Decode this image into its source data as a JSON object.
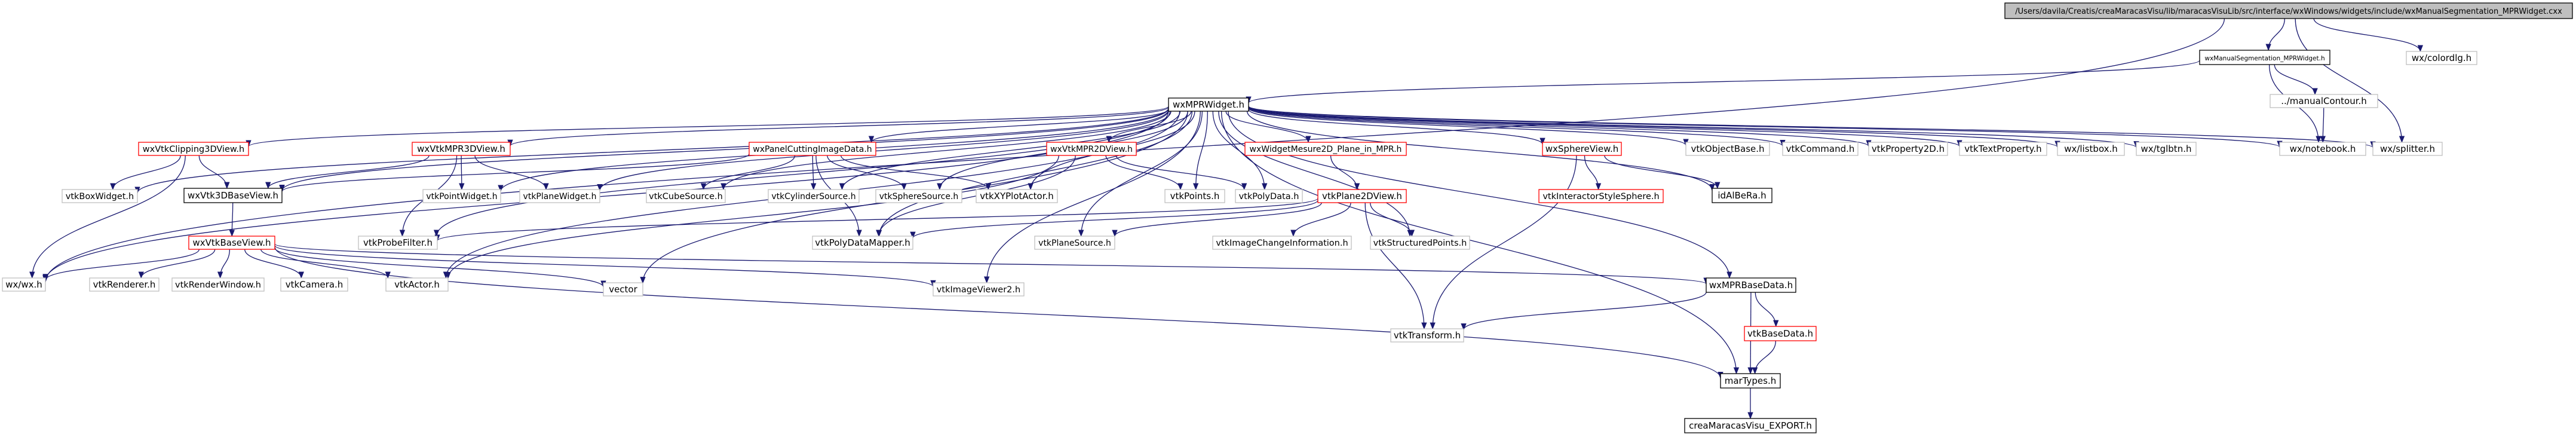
{
  "diagram": {
    "colors": {
      "edge": "#191970",
      "root_fill": "#bfbfbf",
      "plain_border": "#bfbfbf",
      "boxed_border": "#000000",
      "red_border": "#ff0000"
    },
    "nodes": [
      {
        "id": "root",
        "label": "/Users/davila/Creatis/creaMaracasVisu/lib/maracasVisuLib/src/interface/wxWindows/widgets/include/wxManualSegmentation_MPRWidget.cxx",
        "style": "root"
      },
      {
        "id": "wxManualSeg",
        "label": "wxManualSegmentation_MPRWidget.h",
        "style": "boxed"
      },
      {
        "id": "colordlg",
        "label": "wx/colordlg.h",
        "style": "plain"
      },
      {
        "id": "wxwx",
        "label": "wx/wx.h",
        "style": "plain"
      },
      {
        "id": "manualContour",
        "label": "../manualContour.h",
        "style": "plain"
      },
      {
        "id": "wxnotebook",
        "label": "wx/notebook.h",
        "style": "plain"
      },
      {
        "id": "wxsplitter",
        "label": "wx/splitter.h",
        "style": "plain"
      },
      {
        "id": "wxMPRWidget",
        "label": "wxMPRWidget.h",
        "style": "boxed"
      },
      {
        "id": "wxVtkClipping3DView",
        "label": "wxVtkClipping3DView.h",
        "style": "red"
      },
      {
        "id": "wxVtkMPR3DView",
        "label": "wxVtkMPR3DView.h",
        "style": "red"
      },
      {
        "id": "wxPanelCutting",
        "label": "wxPanelCuttingImageData.h",
        "style": "red"
      },
      {
        "id": "wxVtkMPR2DView",
        "label": "wxVtkMPR2DView.h",
        "style": "red"
      },
      {
        "id": "wxWidgetMesure2D",
        "label": "wxWidgetMesure2D_Plane_in_MPR.h",
        "style": "red"
      },
      {
        "id": "wxSphereView",
        "label": "wxSphereView.h",
        "style": "red"
      },
      {
        "id": "vtkObjectBase",
        "label": "vtkObjectBase.h",
        "style": "plain"
      },
      {
        "id": "vtkCommand",
        "label": "vtkCommand.h",
        "style": "plain"
      },
      {
        "id": "vtkProperty2D",
        "label": "vtkProperty2D.h",
        "style": "plain"
      },
      {
        "id": "vtkTextProperty",
        "label": "vtkTextProperty.h",
        "style": "plain"
      },
      {
        "id": "wxlistbox",
        "label": "wx/listbox.h",
        "style": "plain"
      },
      {
        "id": "wxtglbtn",
        "label": "wx/tglbtn.h",
        "style": "plain"
      },
      {
        "id": "vtkBoxWidget",
        "label": "vtkBoxWidget.h",
        "style": "plain"
      },
      {
        "id": "wxVtk3DBaseView",
        "label": "wxVtk3DBaseView.h",
        "style": "boxed"
      },
      {
        "id": "vtkPointWidget",
        "label": "vtkPointWidget.h",
        "style": "plain"
      },
      {
        "id": "vtkPlaneWidget",
        "label": "vtkPlaneWidget.h",
        "style": "plain"
      },
      {
        "id": "vtkCubeSource",
        "label": "vtkCubeSource.h",
        "style": "plain"
      },
      {
        "id": "vtkCylinderSource",
        "label": "vtkCylinderSource.h",
        "style": "plain"
      },
      {
        "id": "vtkSphereSource",
        "label": "vtkSphereSource.h",
        "style": "plain"
      },
      {
        "id": "vtkXYPlotActor",
        "label": "vtkXYPlotActor.h",
        "style": "plain"
      },
      {
        "id": "vtkPoints",
        "label": "vtkPoints.h",
        "style": "plain"
      },
      {
        "id": "vtkPolyData",
        "label": "vtkPolyData.h",
        "style": "plain"
      },
      {
        "id": "vtkPlane2DView",
        "label": "vtkPlane2DView.h",
        "style": "red"
      },
      {
        "id": "vtkInteractorStyleSphere",
        "label": "vtkInteractorStyleSphere.h",
        "style": "red"
      },
      {
        "id": "idAlBeRa",
        "label": "idAlBeRa.h",
        "style": "boxed"
      },
      {
        "id": "wxVtkBaseView",
        "label": "wxVtkBaseView.h",
        "style": "red"
      },
      {
        "id": "vtkProbeFilter",
        "label": "vtkProbeFilter.h",
        "style": "plain"
      },
      {
        "id": "vtkPolyDataMapper",
        "label": "vtkPolyDataMapper.h",
        "style": "plain"
      },
      {
        "id": "vtkPlaneSource",
        "label": "vtkPlaneSource.h",
        "style": "plain"
      },
      {
        "id": "vtkImageChangeInformation",
        "label": "vtkImageChangeInformation.h",
        "style": "plain"
      },
      {
        "id": "vtkStructuredPoints",
        "label": "vtkStructuredPoints.h",
        "style": "plain"
      },
      {
        "id": "vtkRenderer",
        "label": "vtkRenderer.h",
        "style": "plain"
      },
      {
        "id": "vtkRenderWindow",
        "label": "vtkRenderWindow.h",
        "style": "plain"
      },
      {
        "id": "vtkCamera",
        "label": "vtkCamera.h",
        "style": "plain"
      },
      {
        "id": "vtkActor",
        "label": "vtkActor.h",
        "style": "plain"
      },
      {
        "id": "vector",
        "label": "vector",
        "style": "plain"
      },
      {
        "id": "vtkImageViewer2",
        "label": "vtkImageViewer2.h",
        "style": "plain"
      },
      {
        "id": "wxMPRBaseData",
        "label": "wxMPRBaseData.h",
        "style": "boxed"
      },
      {
        "id": "vtkBaseData",
        "label": "vtkBaseData.h",
        "style": "red"
      },
      {
        "id": "vtkTransform",
        "label": "vtkTransform.h",
        "style": "plain"
      },
      {
        "id": "marTypes",
        "label": "marTypes.h",
        "style": "boxed"
      },
      {
        "id": "creaMaracasVisu_EXPORT",
        "label": "creaMaracasVisu_EXPORT.h",
        "style": "boxed"
      }
    ],
    "edges": [
      [
        "root",
        "wxManualSeg"
      ],
      [
        "root",
        "colordlg"
      ],
      [
        "root",
        "wxwx"
      ],
      [
        "root",
        "wxsplitter"
      ],
      [
        "wxManualSeg",
        "manualContour"
      ],
      [
        "wxManualSeg",
        "wxnotebook"
      ],
      [
        "wxManualSeg",
        "wxMPRWidget"
      ],
      [
        "manualContour",
        "wxnotebook"
      ],
      [
        "wxMPRWidget",
        "wxVtkClipping3DView"
      ],
      [
        "wxMPRWidget",
        "wxVtkMPR3DView"
      ],
      [
        "wxMPRWidget",
        "wxPanelCutting"
      ],
      [
        "wxMPRWidget",
        "wxVtkMPR2DView"
      ],
      [
        "wxMPRWidget",
        "wxWidgetMesure2D"
      ],
      [
        "wxMPRWidget",
        "wxSphereView"
      ],
      [
        "wxMPRWidget",
        "vtkObjectBase"
      ],
      [
        "wxMPRWidget",
        "vtkCommand"
      ],
      [
        "wxMPRWidget",
        "vtkProperty2D"
      ],
      [
        "wxMPRWidget",
        "vtkTextProperty"
      ],
      [
        "wxMPRWidget",
        "wxlistbox"
      ],
      [
        "wxMPRWidget",
        "wxtglbtn"
      ],
      [
        "wxMPRWidget",
        "wxnotebook"
      ],
      [
        "wxMPRWidget",
        "wxsplitter"
      ],
      [
        "wxMPRWidget",
        "vtkBoxWidget"
      ],
      [
        "wxMPRWidget",
        "wxVtk3DBaseView"
      ],
      [
        "wxMPRWidget",
        "vtkPointWidget"
      ],
      [
        "wxMPRWidget",
        "vtkPlaneWidget"
      ],
      [
        "wxMPRWidget",
        "vtkCubeSource"
      ],
      [
        "wxMPRWidget",
        "vtkCylinderSource"
      ],
      [
        "wxMPRWidget",
        "vtkSphereSource"
      ],
      [
        "wxMPRWidget",
        "vtkXYPlotActor"
      ],
      [
        "wxMPRWidget",
        "vtkPoints"
      ],
      [
        "wxMPRWidget",
        "vtkPolyData"
      ],
      [
        "wxMPRWidget",
        "idAlBeRa"
      ],
      [
        "wxMPRWidget",
        "vtkProbeFilter"
      ],
      [
        "wxMPRWidget",
        "vtkPolyDataMapper"
      ],
      [
        "wxMPRWidget",
        "vtkPlaneSource"
      ],
      [
        "wxMPRWidget",
        "vtkStructuredPoints"
      ],
      [
        "wxMPRWidget",
        "wxwx"
      ],
      [
        "wxMPRWidget",
        "vtkActor"
      ],
      [
        "wxMPRWidget",
        "vector"
      ],
      [
        "wxMPRWidget",
        "vtkImageViewer2"
      ],
      [
        "wxMPRWidget",
        "wxMPRBaseData"
      ],
      [
        "wxMPRWidget",
        "marTypes"
      ],
      [
        "wxVtkClipping3DView",
        "vtkBoxWidget"
      ],
      [
        "wxVtkClipping3DView",
        "wxVtk3DBaseView"
      ],
      [
        "wxVtkClipping3DView",
        "wxwx"
      ],
      [
        "wxVtkMPR3DView",
        "wxVtk3DBaseView"
      ],
      [
        "wxVtkMPR3DView",
        "vtkPointWidget"
      ],
      [
        "wxVtkMPR3DView",
        "vtkPlaneWidget"
      ],
      [
        "wxVtkMPR3DView",
        "vtkProbeFilter"
      ],
      [
        "wxPanelCutting",
        "wxVtk3DBaseView"
      ],
      [
        "wxPanelCutting",
        "vtkCubeSource"
      ],
      [
        "wxPanelCutting",
        "vtkCylinderSource"
      ],
      [
        "wxPanelCutting",
        "vtkSphereSource"
      ],
      [
        "wxPanelCutting",
        "vtkXYPlotActor"
      ],
      [
        "wxPanelCutting",
        "vtkPolyDataMapper"
      ],
      [
        "wxVtkMPR2DView",
        "vtkPoints"
      ],
      [
        "wxVtkMPR2DView",
        "vtkPolyData"
      ],
      [
        "wxVtkMPR2DView",
        "vtkPolyDataMapper"
      ],
      [
        "wxVtkMPR2DView",
        "vtkActor"
      ],
      [
        "wxWidgetMesure2D",
        "vtkPlane2DView"
      ],
      [
        "wxSphereView",
        "vtkInteractorStyleSphere"
      ],
      [
        "wxSphereView",
        "idAlBeRa"
      ],
      [
        "wxSphereView",
        "vtkTransform"
      ],
      [
        "wxVtk3DBaseView",
        "wxVtkBaseView"
      ],
      [
        "vtkPlane2DView",
        "vtkProbeFilter"
      ],
      [
        "vtkPlane2DView",
        "vtkPolyDataMapper"
      ],
      [
        "vtkPlane2DView",
        "vtkPlaneSource"
      ],
      [
        "vtkPlane2DView",
        "vtkImageChangeInformation"
      ],
      [
        "vtkPlane2DView",
        "vtkStructuredPoints"
      ],
      [
        "vtkPlane2DView",
        "vtkTransform"
      ],
      [
        "wxVtkBaseView",
        "wxwx"
      ],
      [
        "wxVtkBaseView",
        "vtkRenderer"
      ],
      [
        "wxVtkBaseView",
        "vtkRenderWindow"
      ],
      [
        "wxVtkBaseView",
        "vtkCamera"
      ],
      [
        "wxVtkBaseView",
        "vtkActor"
      ],
      [
        "wxVtkBaseView",
        "vector"
      ],
      [
        "wxVtkBaseView",
        "vtkImageViewer2"
      ],
      [
        "wxVtkBaseView",
        "wxMPRBaseData"
      ],
      [
        "wxVtkBaseView",
        "marTypes"
      ],
      [
        "wxMPRBaseData",
        "vtkBaseData"
      ],
      [
        "wxMPRBaseData",
        "vtkTransform"
      ],
      [
        "wxMPRBaseData",
        "marTypes"
      ],
      [
        "vtkBaseData",
        "marTypes"
      ],
      [
        "marTypes",
        "creaMaracasVisu_EXPORT"
      ]
    ]
  }
}
